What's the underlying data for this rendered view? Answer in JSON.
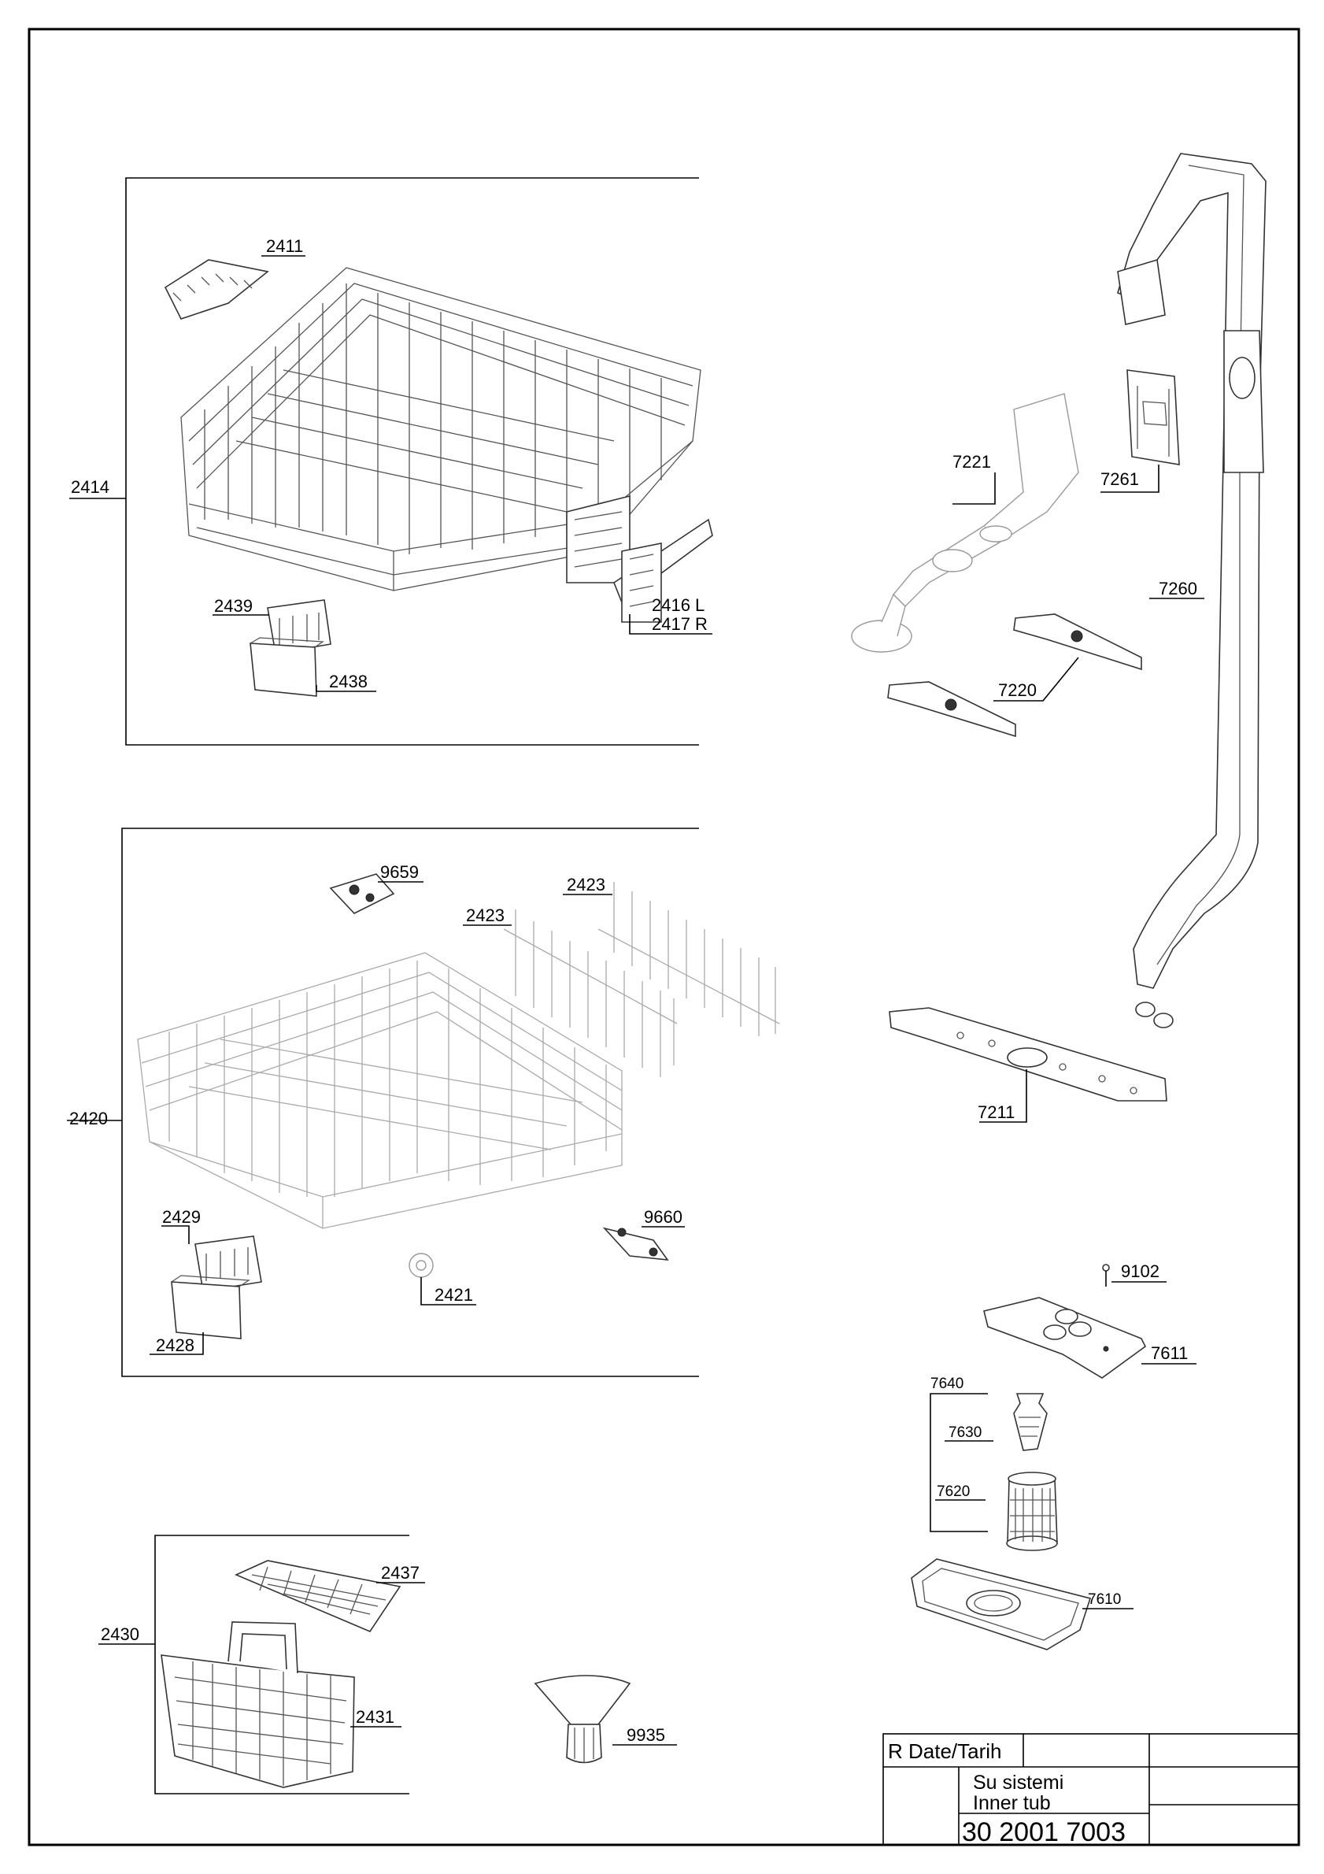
{
  "parts": {
    "p2411": "2411",
    "p2414": "2414",
    "p2416": "2416 L",
    "p2417": "2417 R",
    "p2439": "2439",
    "p2438": "2438",
    "p9659": "9659",
    "p2423a": "2423",
    "p2423b": "2423",
    "p2420": "2420",
    "p2429": "2429",
    "p2428": "2428",
    "p2421": "2421",
    "p9660": "9660",
    "p2437": "2437",
    "p2430": "2430",
    "p2431": "2431",
    "p9935": "9935",
    "p7221": "7221",
    "p7261": "7261",
    "p7260": "7260",
    "p7220": "7220",
    "p7211": "7211",
    "p9102": "9102",
    "p7611": "7611",
    "p7640": "7640",
    "p7630": "7630",
    "p7620": "7620",
    "p7610": "7610"
  },
  "title_block": {
    "rev_date": "R  Date/Tarih",
    "title_tr": "Su sistemi",
    "title_en": "Inner tub",
    "part_number": "30 2001 7003"
  }
}
